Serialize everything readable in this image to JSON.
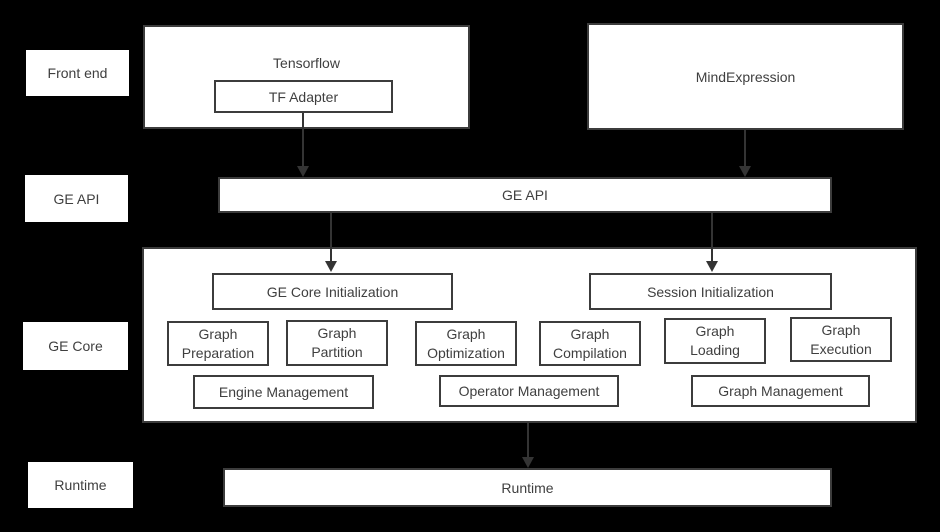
{
  "colors": {
    "background": "#000000",
    "box_fill": "#ffffff",
    "box_border": "#3c3c3c",
    "text": "#3f3f3f",
    "arrow": "#343434"
  },
  "side_labels": {
    "front_end": "Front end",
    "ge_api": "GE API",
    "ge_core": "GE Core",
    "runtime": "Runtime"
  },
  "front_end": {
    "tensorflow": "Tensorflow",
    "tf_adapter": "TF Adapter",
    "mindexpression": "MindExpression"
  },
  "ge_api": {
    "label": "GE API"
  },
  "ge_core": {
    "init": [
      "GE Core Initialization",
      "Session Initialization"
    ],
    "modules": [
      "Graph Preparation",
      "Graph Partition",
      "Graph Optimization",
      "Graph Compilation",
      "Graph Loading",
      "Graph Execution"
    ],
    "management": [
      "Engine Management",
      "Operator Management",
      "Graph Management"
    ]
  },
  "runtime": {
    "label": "Runtime"
  }
}
